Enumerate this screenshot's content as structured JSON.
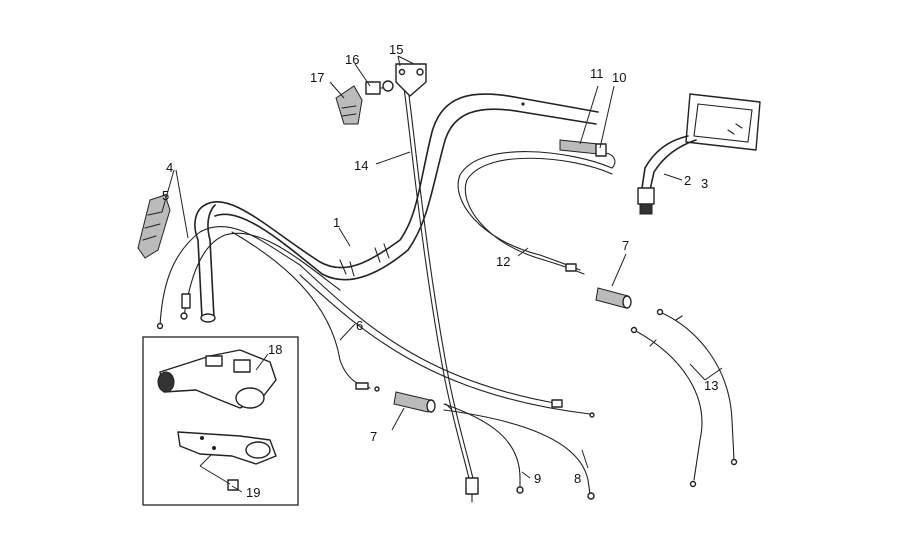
{
  "callouts": [
    {
      "id": "1",
      "text": "1"
    },
    {
      "id": "2",
      "text": "2"
    },
    {
      "id": "3",
      "text": "3"
    },
    {
      "id": "4",
      "text": "4"
    },
    {
      "id": "5",
      "text": "5"
    },
    {
      "id": "6",
      "text": "6"
    },
    {
      "id": "7a",
      "text": "7"
    },
    {
      "id": "7b",
      "text": "7"
    },
    {
      "id": "8",
      "text": "8"
    },
    {
      "id": "9",
      "text": "9"
    },
    {
      "id": "10",
      "text": "10"
    },
    {
      "id": "11",
      "text": "11"
    },
    {
      "id": "12",
      "text": "12"
    },
    {
      "id": "13",
      "text": "13"
    },
    {
      "id": "14",
      "text": "14"
    },
    {
      "id": "15",
      "text": "15"
    },
    {
      "id": "16",
      "text": "16"
    },
    {
      "id": "17",
      "text": "17"
    },
    {
      "id": "18",
      "text": "18"
    },
    {
      "id": "19",
      "text": "19"
    }
  ]
}
